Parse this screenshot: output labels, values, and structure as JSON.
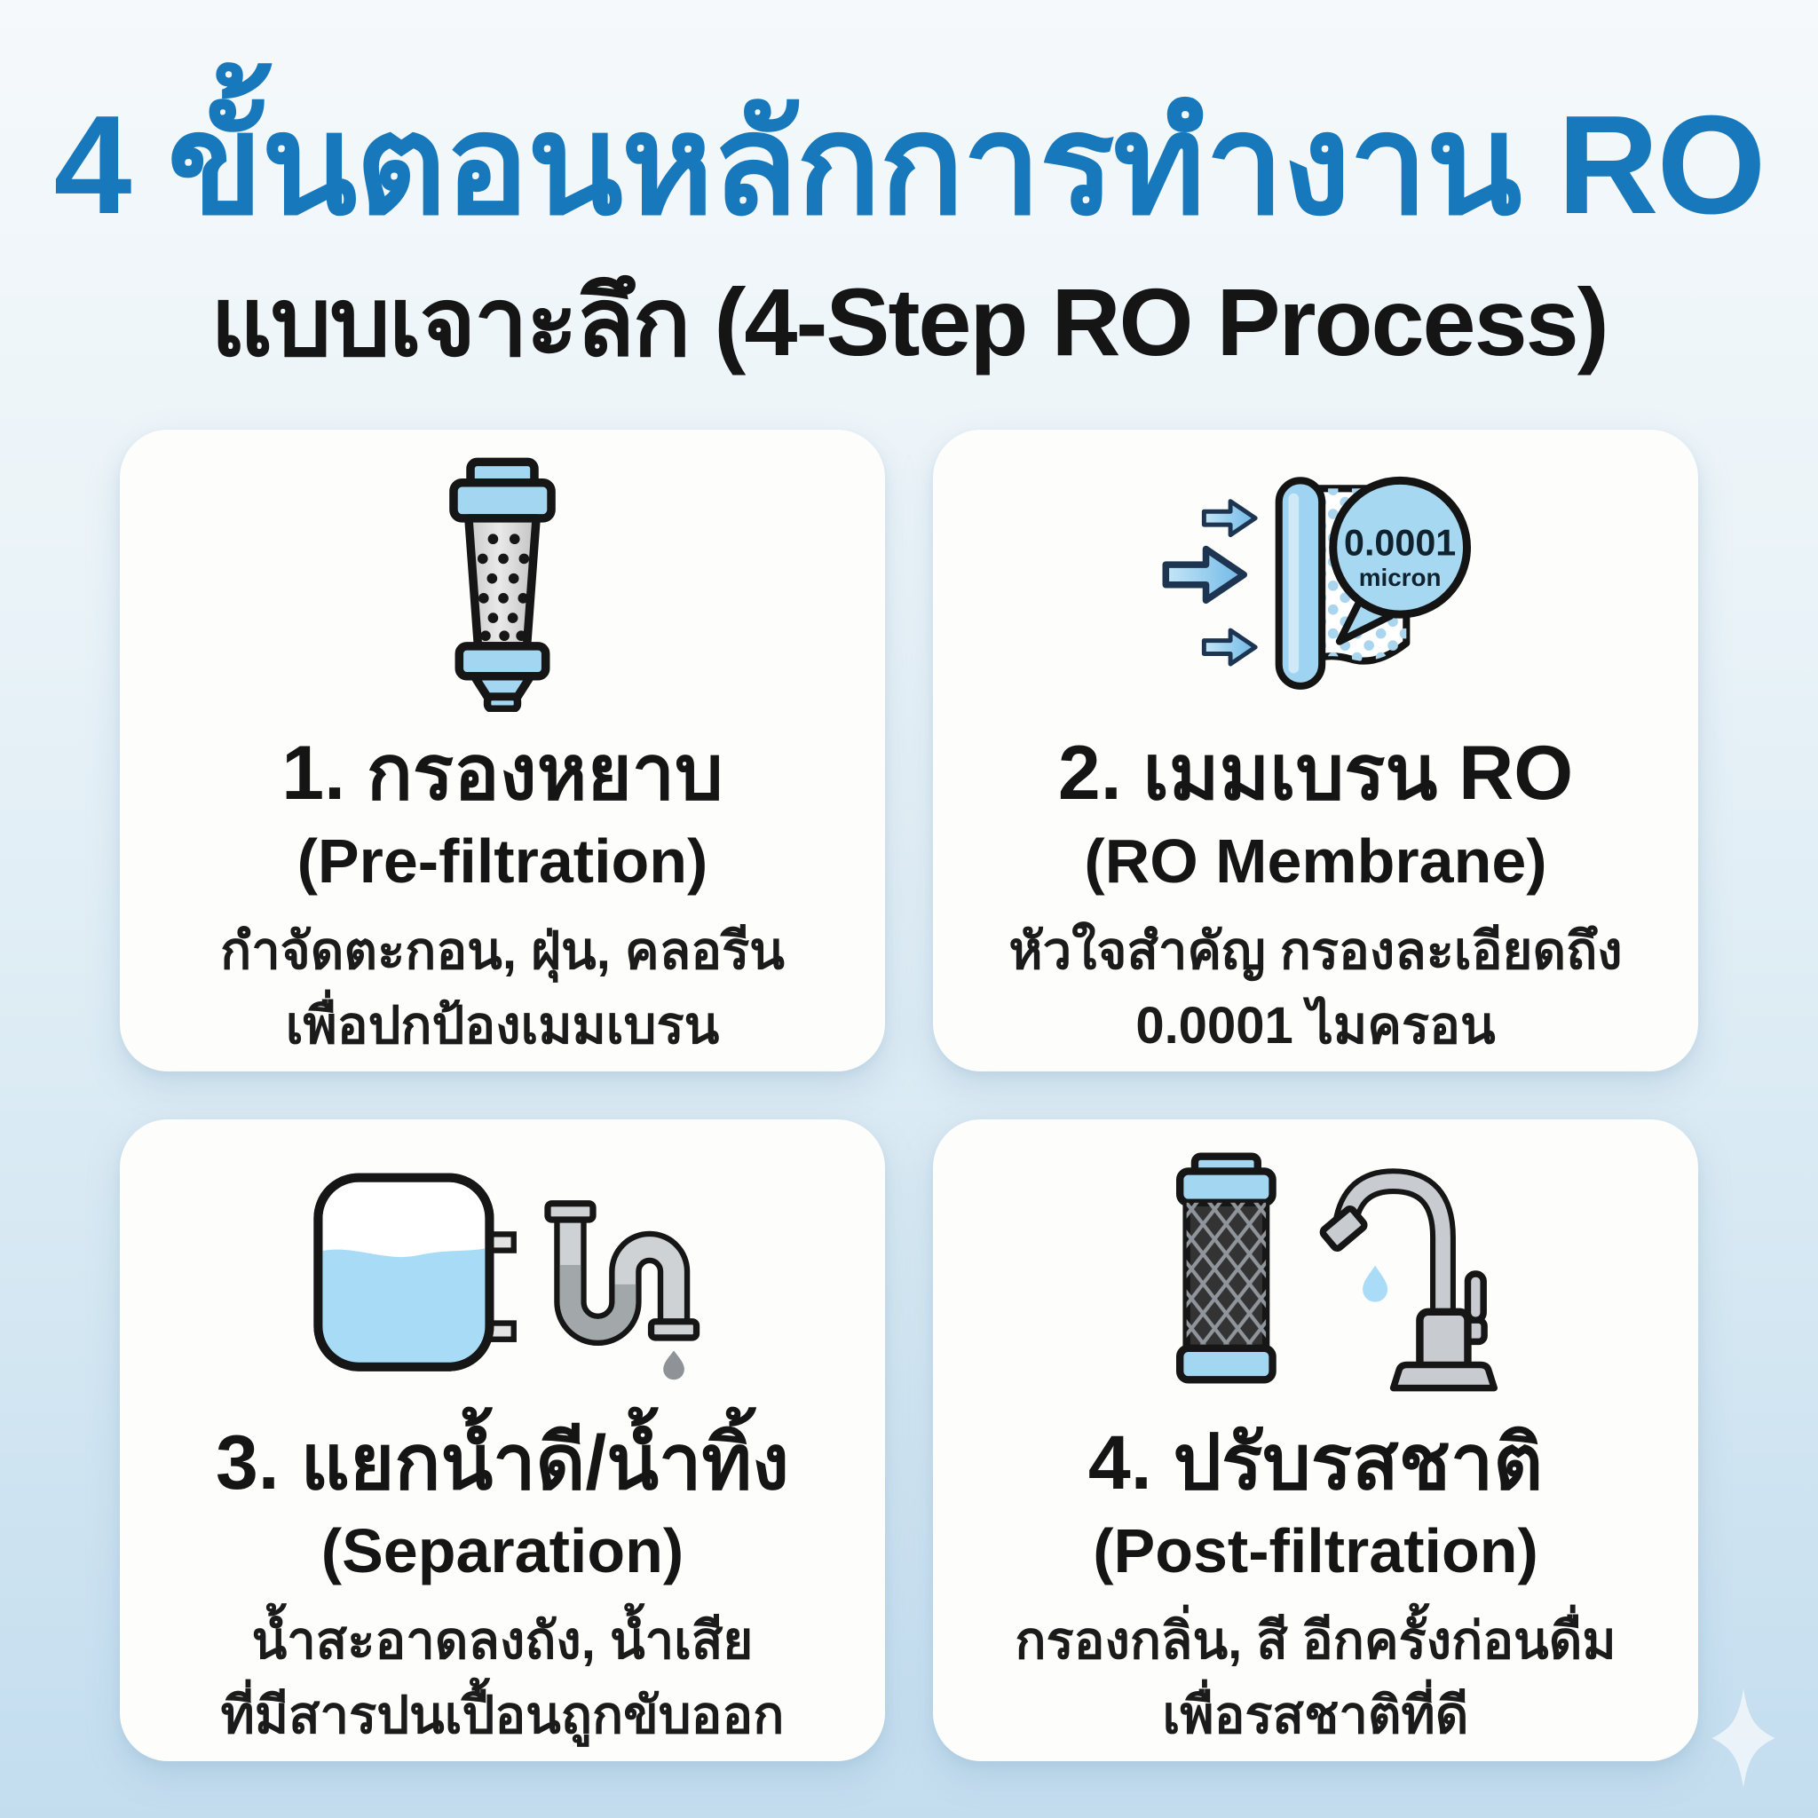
{
  "header": {
    "title": "4 ขั้นตอนหลักการทำงาน RO",
    "subtitle": "แบบเจาะลึก (4-Step RO Process)"
  },
  "colors": {
    "title_blue": "#1878bc",
    "text_dark": "#151515",
    "background_top": "#f5f9fb",
    "background_bottom": "#c3ddef",
    "card_background": "#fdfdfc",
    "icon_light_blue": "#a3d7f1",
    "icon_gray": "#ced2d5",
    "water_blue": "#a7dbf6"
  },
  "cards": [
    {
      "icon": "sediment-filter-icon",
      "step_title": "1. กรองหยาบ",
      "step_subtitle": "(Pre-filtration)",
      "description_line1": "กำจัดตะกอน, ฝุ่น, คลอรีน",
      "description_line2": "เพื่อปกป้องเมมเบรน"
    },
    {
      "icon": "ro-membrane-icon",
      "step_title": "2. เมมเบรน RO",
      "step_subtitle": "(RO Membrane)",
      "description_line1": "หัวใจสำคัญ กรองละเอียดถึง",
      "description_line2": "0.0001 ไมครอน",
      "bubble": {
        "value": "0.0001",
        "unit": "micron"
      }
    },
    {
      "icon": "storage-tank-drain-icon",
      "step_title": "3. แยกน้ำดี/น้ำทิ้ง",
      "step_subtitle": "(Separation)",
      "description_line1": "น้ำสะอาดลงถัง, น้ำเสีย",
      "description_line2": "ที่มีสารปนเปื้อนถูกขับออก"
    },
    {
      "icon": "carbon-filter-faucet-icon",
      "step_title": "4. ปรับรสชาติ",
      "step_subtitle": "(Post-filtration)",
      "description_line1": "กรองกลิ่น, สี อีกครั้งก่อนดื่ม",
      "description_line2": "เพื่อรสชาติที่ดี"
    }
  ]
}
